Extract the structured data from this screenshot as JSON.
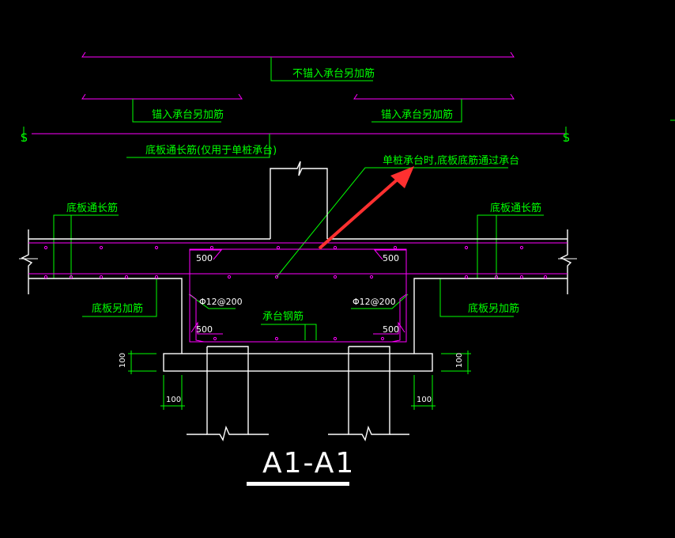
{
  "colors": {
    "background": "#000000",
    "concrete": "#ffffff",
    "rebar": "#ff00ff",
    "leader": "#00ff00",
    "arrow": "#ff3030"
  },
  "labels": {
    "no_anchor_extra": "不锚入承台另加筋",
    "anchor_extra_left": "锚入承台另加筋",
    "anchor_extra_right": "锚入承台另加筋",
    "slab_through_single": "底板通长筋(仅用于单桩承台)",
    "single_pile_note": "单桩承台时,底板底筋通过承台",
    "slab_through_left": "底板通长筋",
    "slab_through_right": "底板通长筋",
    "slab_extra_left": "底板另加筋",
    "slab_extra_right": "底板另加筋",
    "cap_rebar": "承台钢筋",
    "stirrup_left": "Φ12@200",
    "stirrup_right": "Φ12@200",
    "axis_left": "S",
    "axis_right": "S",
    "section_title": "A1-A1"
  },
  "dimensions": {
    "lap_top_left": "500",
    "lap_top_right": "500",
    "lap_bottom_left": "500",
    "lap_bottom_right": "500",
    "cushion_thk_left": "100",
    "cushion_thk_right": "100",
    "cushion_ext_left": "100",
    "cushion_ext_right": "100"
  }
}
